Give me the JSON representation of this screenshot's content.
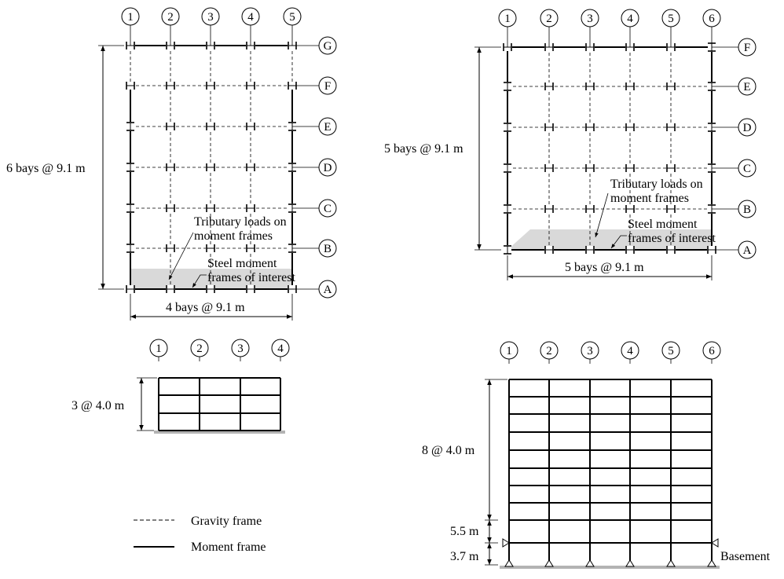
{
  "plan_1": {
    "grid_numbers": [
      "1",
      "2",
      "3",
      "4",
      "5"
    ],
    "grid_letters": [
      "G",
      "F",
      "E",
      "D",
      "C",
      "B",
      "A"
    ],
    "vertical_dim": "6 bays @ 9.1 m",
    "horizontal_dim": "4 bays @ 9.1 m",
    "tributary_label": [
      "Tributary loads on",
      "moment frames"
    ],
    "moment_frame_label": [
      "Steel moment",
      "frames of interest"
    ]
  },
  "plan_2": {
    "grid_numbers": [
      "1",
      "2",
      "3",
      "4",
      "5",
      "6"
    ],
    "grid_letters": [
      "F",
      "E",
      "D",
      "C",
      "B",
      "A"
    ],
    "vertical_dim": "5 bays @ 9.1 m",
    "horizontal_dim": "5 bays @ 9.1 m",
    "tributary_label": [
      "Tributary loads on",
      "moment frames"
    ],
    "moment_frame_label": [
      "Steel moment",
      "frames of interest"
    ]
  },
  "elevation_1": {
    "grid_numbers": [
      "1",
      "2",
      "3",
      "4"
    ],
    "height_dim": "3 @ 4.0 m"
  },
  "elevation_2": {
    "grid_numbers": [
      "1",
      "2",
      "3",
      "4",
      "5",
      "6"
    ],
    "upper_dim": "8 @ 4.0 m",
    "first_story_dim": "5.5 m",
    "basement_dim": "3.7 m",
    "basement_label": "Basement"
  },
  "legend": {
    "gravity_label": "Gravity frame",
    "moment_label": "Moment frame"
  },
  "colors": {
    "line": "#000000",
    "tributary_fill": "#d9d9d9",
    "ground": "#b3b3b3"
  }
}
